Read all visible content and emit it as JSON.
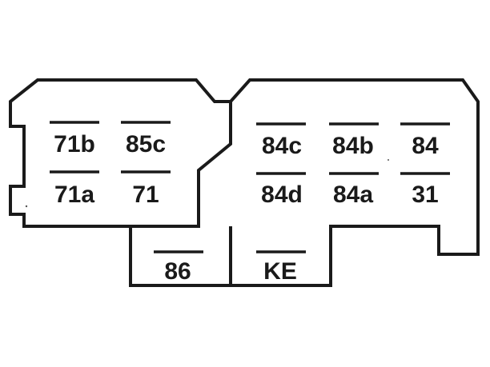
{
  "colors": {
    "ink": "#1a1a1a",
    "background": "#ffffff"
  },
  "pins": {
    "p71b": "71b",
    "p85c": "85c",
    "p71a": "71a",
    "p71": "71",
    "p84c": "84c",
    "p84b": "84b",
    "p84": "84",
    "p84d": "84d",
    "p84a": "84a",
    "p31": "31",
    "p86": "86",
    "pKE": "KE"
  }
}
